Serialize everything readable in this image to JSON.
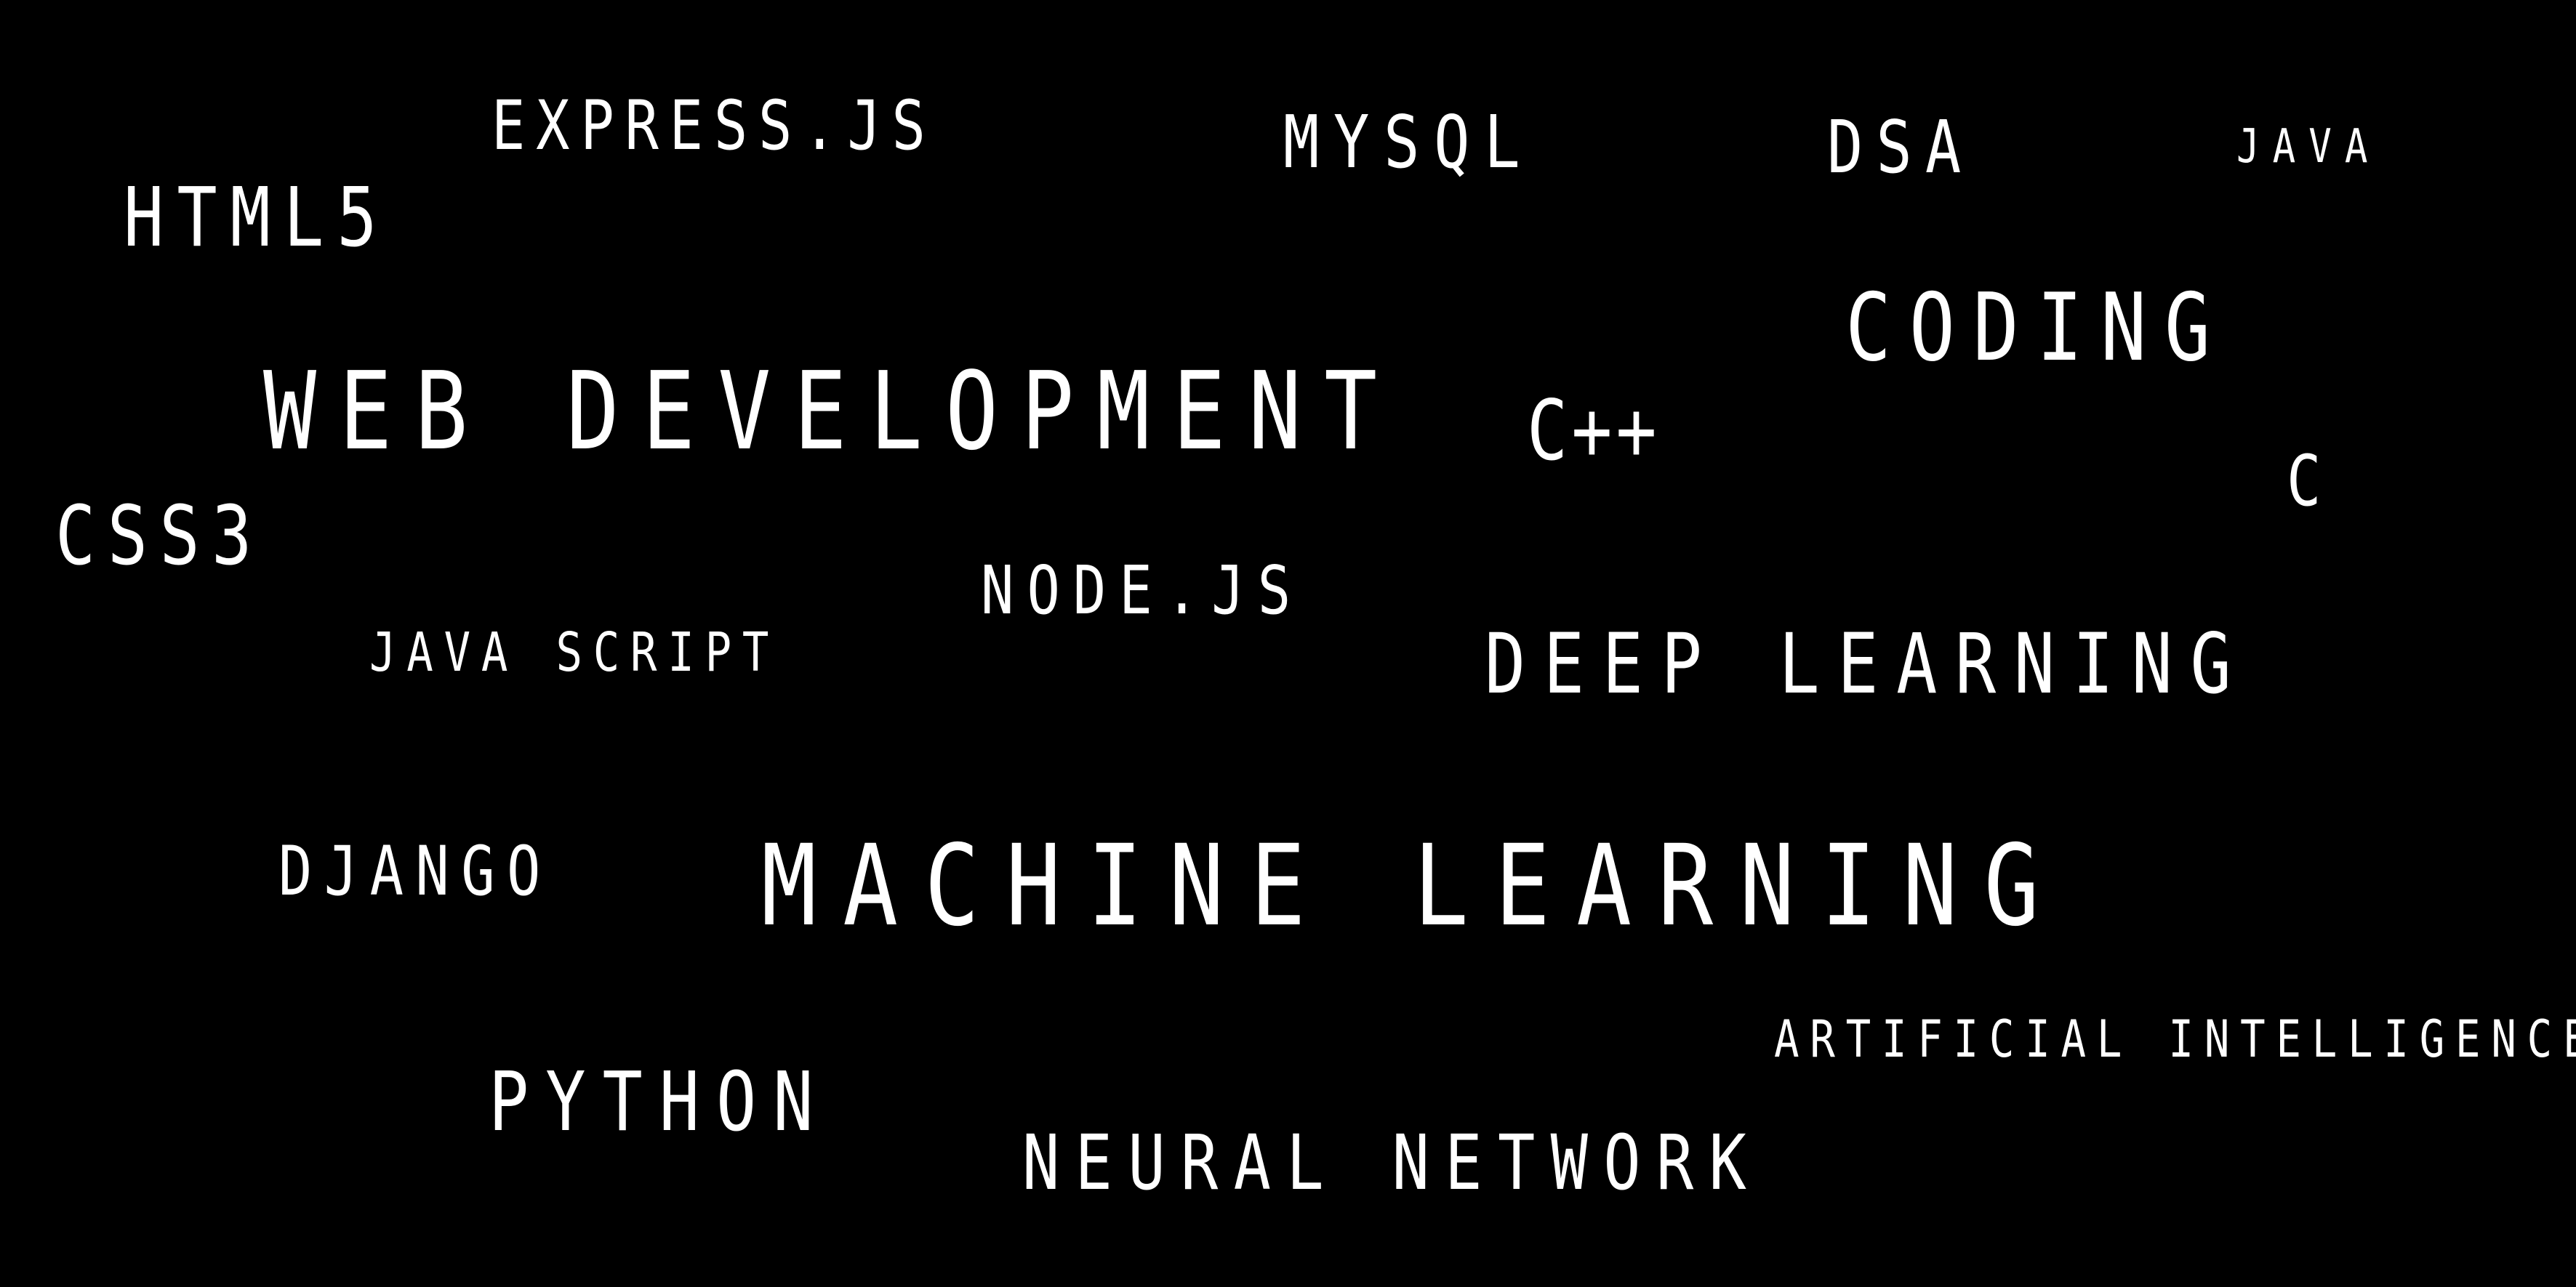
{
  "background_color": "#000000",
  "text_color": "#ffffff",
  "words": {
    "express_js": "EXPRESS.JS",
    "mysql": "MYSQL",
    "dsa": "DSA",
    "java": "JAVA",
    "html5": "HTML5",
    "coding": "CODING",
    "web_development": "WEB DEVELOPMENT",
    "c_plus_plus": "C++",
    "c": "C",
    "css3": "CSS3",
    "node_js": "NODE.JS",
    "java_script": "JAVA SCRIPT",
    "deep_learning": "DEEP LEARNING",
    "django": "DJANGO",
    "machine_learning": "MACHINE LEARNING",
    "artificial_intelligence": "ARTIFICIAL INTELLIGENCE",
    "python": "PYTHON",
    "neural_network": "NEURAL NETWORK"
  }
}
